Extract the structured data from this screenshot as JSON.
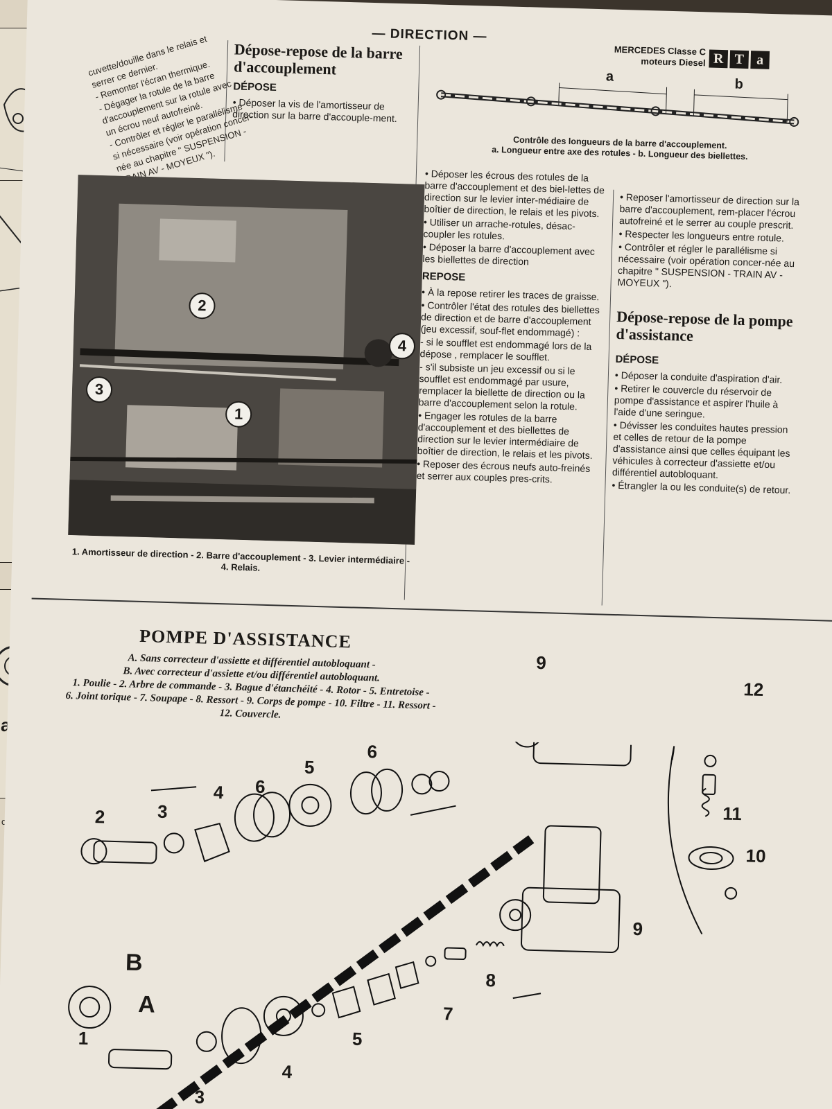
{
  "header": {
    "section": "— DIRECTION —",
    "vehicle_line1": "MERCEDES Classe C",
    "vehicle_line2": "moteurs Diesel",
    "logo_letters": [
      "R",
      "T",
      "a"
    ]
  },
  "left_page": {
    "label_a": "a",
    "label_cter": "cter."
  },
  "col1_fragment": [
    "cuvette/douille dans le relais et",
    "serrer ce dernier.",
    "- Remonter l'écran thermique.",
    "- Dégager la rotule de la barre",
    "d'accouplement sur la rotule avec",
    "un écrou neuf autofreiné.",
    "- Contrôler et régler le parallélisme",
    "si nécessaire (voir opération concer-",
    "née au chapitre \" SUSPENSION -",
    "TRAIN AV - MOYEUX \")."
  ],
  "barre": {
    "title": "Dépose-repose de la barre d'accouplement",
    "depose_heading": "DÉPOSE",
    "depose_steps": [
      "• Déposer la vis de l'amortisseur de direction sur la barre d'accouple-ment."
    ],
    "col2_steps": [
      "• Déposer les écrous des rotules de la barre d'accouplement et des biel-lettes de direction sur le levier inter-médiaire de boîtier de direction, le relais et les pivots.",
      "• Utiliser un arrache-rotules, désac-coupler les rotules.",
      "• Déposer la barre d'accouplement avec les biellettes de direction"
    ],
    "repose_heading": "REPOSE",
    "repose_steps": [
      "• À la repose retirer les traces de graisse.",
      "• Contrôler l'état des rotules des biellettes de direction et de barre d'accouplement (jeu excessif, souf-flet endommagé) :",
      "- si le soufflet est endommagé lors de la dépose , remplacer le soufflet.",
      "- s'il subsiste un jeu excessif ou si le soufflet est endommagé par usure, remplacer la biellette de direction ou la barre d'accouplement selon la rotule.",
      "• Engager les rotules de la barre d'accouplement et des biellettes de direction sur le levier intermédiaire de boîtier de direction, le relais et les pivots.",
      "• Reposer des écrous neufs auto-freinés et serrer aux couples pres-crits."
    ],
    "col3_steps": [
      "• Reposer l'amortisseur de direction sur la barre d'accouplement, rem-placer l'écrou autofreiné et le serrer au couple prescrit.",
      "• Respecter les longueurs entre rotule.",
      "• Contrôler et régler le parallélisme si nécessaire (voir opération concer-née au chapitre \" SUSPENSION - TRAIN AV - MOYEUX \")."
    ]
  },
  "pompe_section": {
    "title": "Dépose-repose de la pompe d'assistance",
    "depose_heading": "DÉPOSE",
    "steps": [
      "• Déposer la conduite d'aspiration d'air.",
      "• Retirer le couvercle du réservoir de pompe d'assistance et aspirer l'huile à l'aide d'une seringue.",
      "• Dévisser les conduites hautes pression et celles de retour de la pompe d'assistance ainsi que celles équipant les véhicules à correcteur d'assiette et/ou différentiel autobloquant.",
      "• Étrangler la ou les conduite(s) de retour."
    ]
  },
  "photo": {
    "callouts": [
      "1",
      "2",
      "3",
      "4"
    ],
    "caption": "1. Amortisseur de direction - 2. Barre d'accouplement - 3. Levier intermédiaire - 4. Relais."
  },
  "top_diagram": {
    "label_a": "a",
    "label_b": "b",
    "caption_line1": "Contrôle des longueurs de la barre d'accouplement.",
    "caption_line2": "a. Longueur entre axe des rotules - b. Longueur des biellettes."
  },
  "pompe_figure": {
    "title": "POMPE D'ASSISTANCE",
    "caption_lines": [
      "A. Sans correcteur d'assiette et différentiel autobloquant -",
      "B. Avec correcteur d'assiette et/ou différentiel autobloquant.",
      "1. Poulie - 2. Arbre de commande - 3. Bague d'étanchéité - 4. Rotor - 5. Entretoise -",
      "6. Joint torique - 7. Soupape - 8. Ressort - 9. Corps de pompe - 10. Filtre - 11. Ressort -",
      "12. Couvercle."
    ],
    "labels": {
      "n1": "1",
      "n2": "2",
      "n3": "3",
      "n3b": "3",
      "n4": "4",
      "n4b": "4",
      "n5": "5",
      "n5b": "5",
      "n6": "6",
      "n6b": "6",
      "n7": "7",
      "n8": "8",
      "n9": "9",
      "n9b": "9",
      "n10": "10",
      "n11": "11",
      "n12": "12",
      "A": "A",
      "B": "B"
    }
  },
  "colors": {
    "paper": "#ebe6dc",
    "ink": "#1c1a17",
    "photo_dark": "#3e3a35"
  }
}
